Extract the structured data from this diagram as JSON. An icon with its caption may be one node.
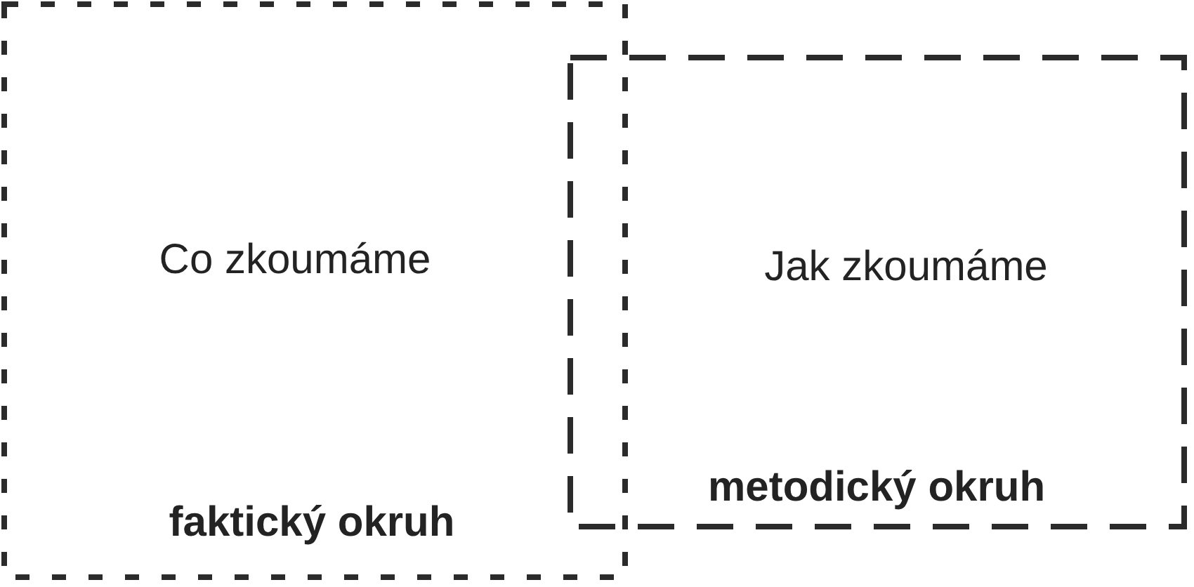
{
  "diagram": {
    "nodes": [
      {
        "text": [
          "Co zkoumáme",
          "faktický okruh"
        ]
      },
      {
        "text": [
          "Jak zkoumáme",
          "metodický okruh"
        ]
      }
    ]
  }
}
